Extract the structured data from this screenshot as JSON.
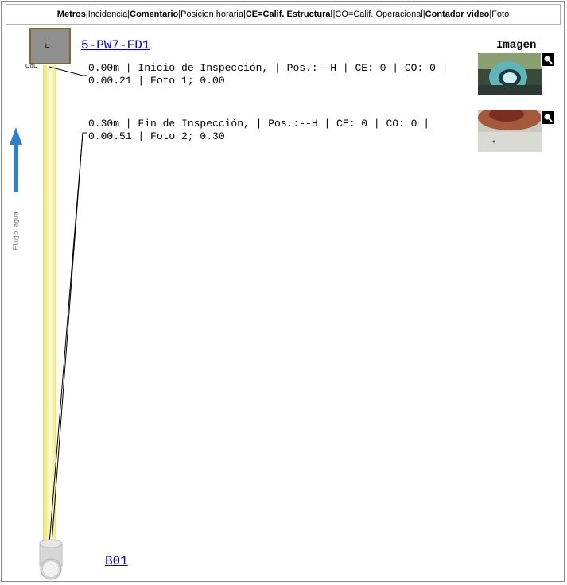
{
  "legend": {
    "metros": "Metros",
    "sep1": " | ",
    "incidencia": "Incidencia",
    "sep2": " | ",
    "comentario": "Comentario",
    "sep3": " | ",
    "posicion": "Posicion horaria",
    "sep4": " | ",
    "ce": "CE=Calif. Estructural",
    "sep5": " | ",
    "co": "CO=Calif. Operacional",
    "sep6": " | ",
    "contador": "Contador video",
    "sep7": " | ",
    "foto": "Foto"
  },
  "top_manhole": {
    "id": "5-PW7-FD1",
    "symbol": "⊔",
    "small_label": "OdD"
  },
  "bottom_manhole": {
    "id": "B01"
  },
  "flow_label": "Flujo agua",
  "image_header": "Imagen",
  "observations": [
    {
      "line1": "0.00m | Inicio de Inspección, | Pos.:--H | CE: 0 | CO: 0 |",
      "line2": "0.00.21 | Foto 1; 0.00"
    },
    {
      "line1": "0.30m | Fin de Inspección, | Pos.:--H | CE: 0 | CO: 0 |",
      "line2": "0.00.51 | Foto 2; 0.30"
    }
  ],
  "colors": {
    "link": "#0000ee",
    "arrow": "#2f7fd0",
    "pipe": "#f3ec9a"
  },
  "icons": {
    "zoom": "magnifier-icon",
    "flow": "arrow-up-icon"
  }
}
